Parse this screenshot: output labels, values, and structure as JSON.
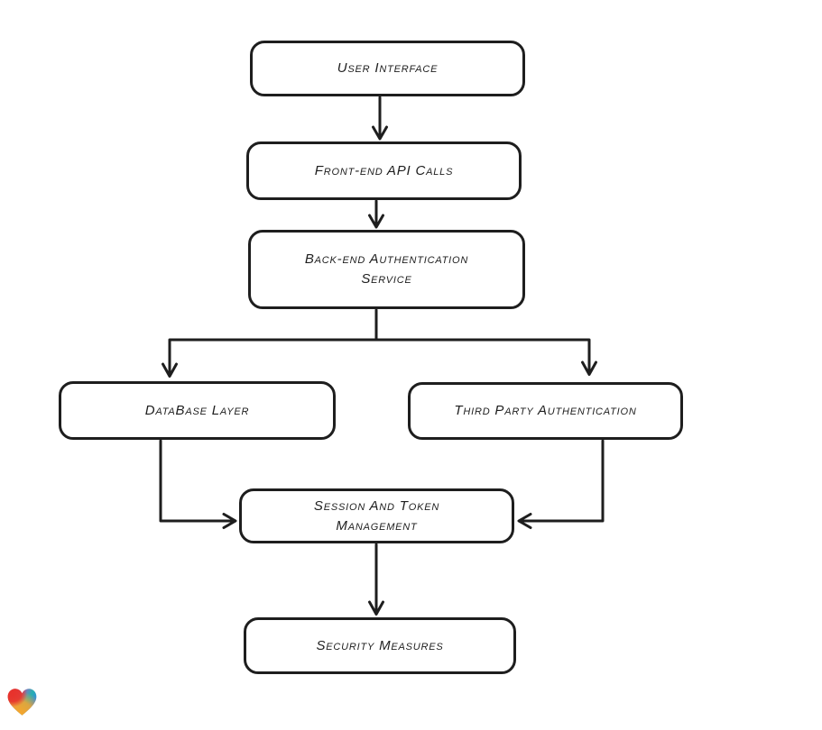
{
  "canvas": {
    "background": "#ffffff"
  },
  "diagram": {
    "style": {
      "stroke": "#1e1e1e",
      "node_fill": "#ffffff",
      "text_color": "#1e1e1e"
    },
    "nodes": [
      {
        "id": "user-interface",
        "label": "User Interface"
      },
      {
        "id": "front-end-api-calls",
        "label": "Front-end API Calls"
      },
      {
        "id": "back-end-authentication-service",
        "label": "Back-end Authentication Service"
      },
      {
        "id": "database-layer",
        "label": "DataBase Layer"
      },
      {
        "id": "third-party-authentication",
        "label": "Third Party Authentication"
      },
      {
        "id": "session-and-token-management",
        "label": "Session And Token Management"
      },
      {
        "id": "security-measures",
        "label": "Security Measures"
      }
    ],
    "edges": [
      {
        "from": "user-interface",
        "to": "front-end-api-calls"
      },
      {
        "from": "front-end-api-calls",
        "to": "back-end-authentication-service"
      },
      {
        "from": "back-end-authentication-service",
        "to": "database-layer"
      },
      {
        "from": "back-end-authentication-service",
        "to": "third-party-authentication"
      },
      {
        "from": "database-layer",
        "to": "session-and-token-management"
      },
      {
        "from": "third-party-authentication",
        "to": "session-and-token-management"
      },
      {
        "from": "session-and-token-management",
        "to": "security-measures"
      }
    ]
  },
  "logo": {
    "name": "gradient-heart",
    "colors": {
      "red": "#e8322b",
      "purple": "#8e6fc0",
      "teal": "#25b0b0",
      "blue": "#3b7ef0",
      "orange": "#f9a62b"
    }
  }
}
